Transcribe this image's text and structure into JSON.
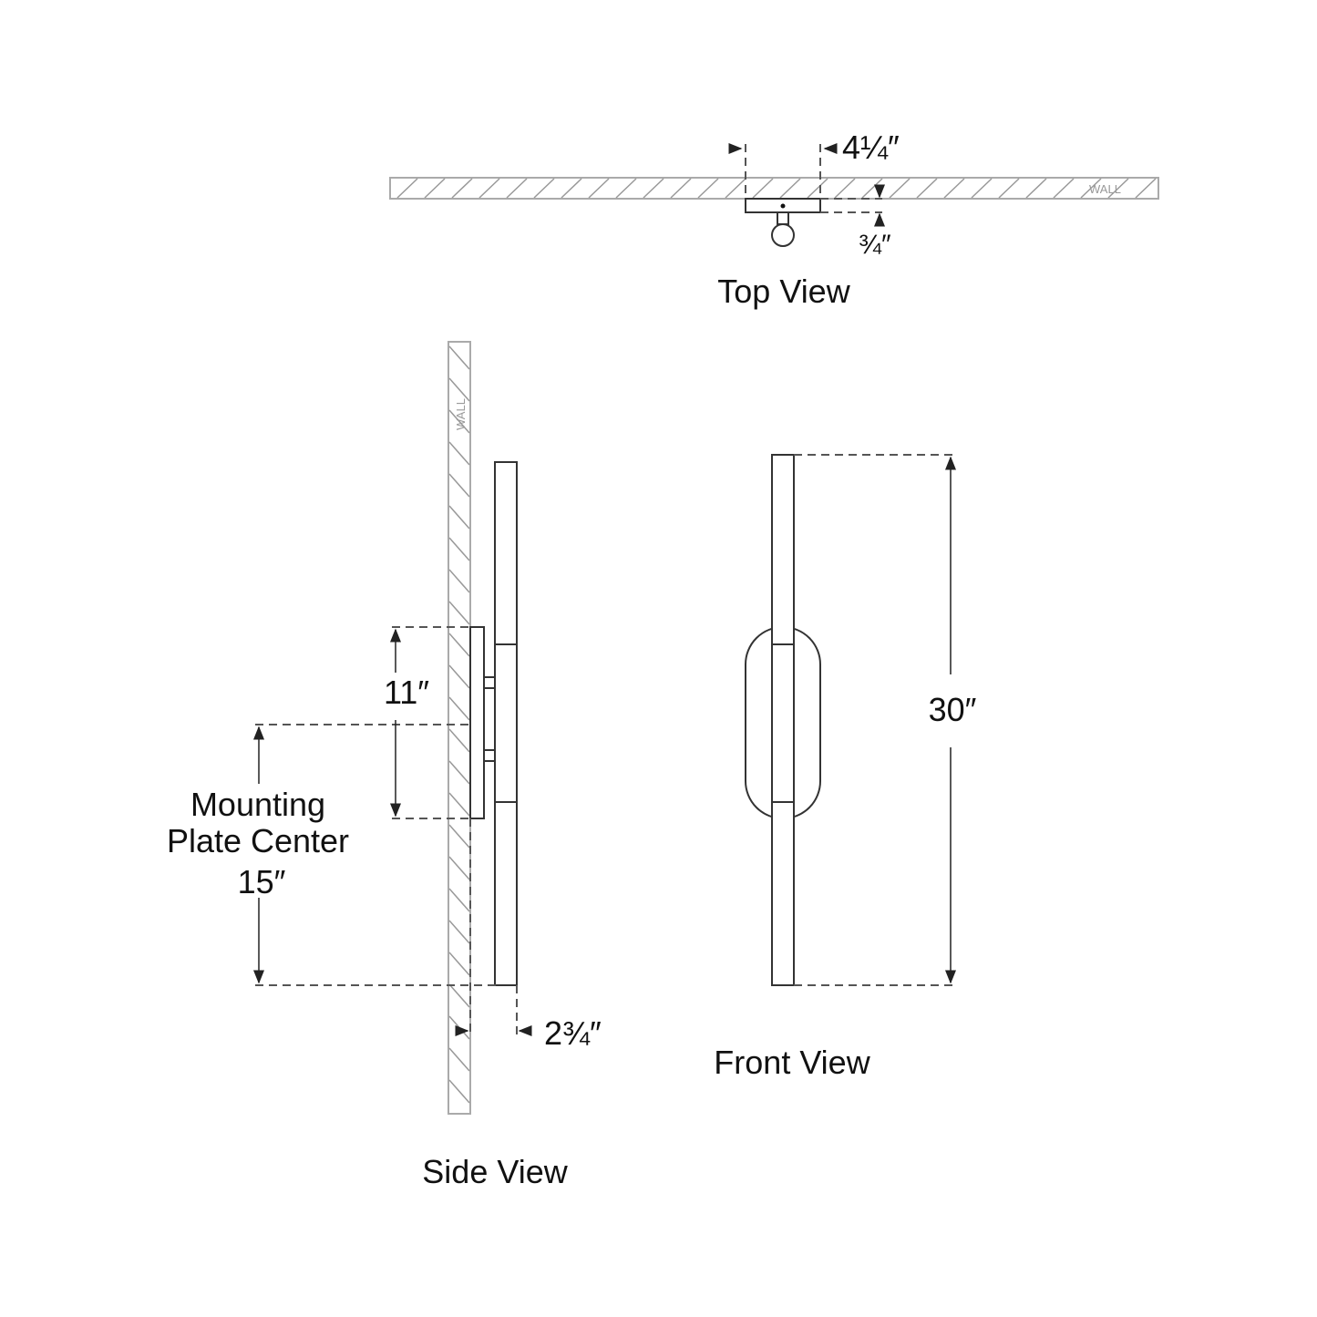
{
  "top_view": {
    "title": "Top View",
    "wall_label": "WALL",
    "width_dim": "4¼″",
    "depth_dim": "¾″"
  },
  "side_view": {
    "title": "Side View",
    "wall_label": "WALL",
    "plate_height_dim": "11″",
    "mounting_label_1": "Mounting",
    "mounting_label_2": "Plate Center",
    "mounting_dim": "15″",
    "extension_dim": "2¾″"
  },
  "front_view": {
    "title": "Front View",
    "height_dim": "30″"
  }
}
